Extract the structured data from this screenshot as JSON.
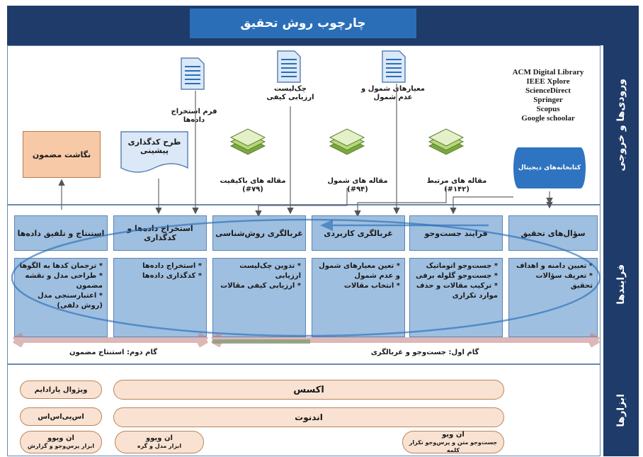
{
  "title": "چارچوب روش تحقیق",
  "sections": {
    "inputs_outputs": "ورودی‌ها و خروجی",
    "processes": "فرایندها",
    "tools": "ابزارها"
  },
  "databases": {
    "list": [
      "ACM Digital Library",
      "IEEE Xplore",
      "ScienceDirect",
      "Springer",
      "Scopus",
      "Google schoolar"
    ],
    "cylinder_label": "کتابخانه‌های دیجیتال"
  },
  "documents": {
    "doc1": "معیارهای شمول و عدم شمول",
    "doc2": "چک‌لیست ارزیابی کیفی",
    "doc3": "فرم استخراج داده‌ها"
  },
  "paper_stacks": {
    "stack1": "مقاله های مرتبط (۱۴۲#)",
    "stack2": "مقاله های شمول (۹۴#)",
    "stack3": "مقاله های باکیفیت (۷۹#)"
  },
  "outputs": {
    "coding_plan": "طرح کدگذاری پیشینی",
    "content_writing": "نگاشت مضمون"
  },
  "columns": [
    {
      "head": "سؤال‌های تحقیق",
      "items": [
        "* تعیین دامنه و اهداف",
        "* تعریف سؤالات تحقیق"
      ]
    },
    {
      "head": "فرایند جست‌وجو",
      "items": [
        "* جست‌وجو اتوماتیک",
        "* جست‌وجو گلوله برفی",
        "* ترکیب مقالات و حذف موارد تکراری"
      ]
    },
    {
      "head": "غربالگری کاربردی",
      "items": [
        "* تعین معیارهای شمول و عدم شمول",
        "* انتخاب مقالات"
      ]
    },
    {
      "head": "غربالگری روش‌شناسی",
      "items": [
        "* تدوین چک‌لیست ارزیابی",
        "* ارزیابی کیفی مقالات"
      ]
    },
    {
      "head": "استخراج داده‌ها و کدگذاری",
      "items": [
        "* استخراج داده‌ها",
        "* کدگذاری داده‌ها"
      ]
    },
    {
      "head": "استنتاج و تلفیق داده‌ها",
      "items": [
        "* ترجمان کدها به الگوها",
        "* طراحی مدل و نقشه مضمون",
        "* اعتبارسنجی مدل (روش دلفی)"
      ]
    }
  ],
  "steps": {
    "step1": "گام اول: جست‌وجو و غربالگری",
    "step2": "گام دوم: استنتاج مضمون"
  },
  "tools": {
    "excel": "اکسس",
    "endnote": "اندنوت",
    "visual_paradigm": "ویژوال پارادایم",
    "spss": "اس‌پی‌اس‌اس",
    "nvivo1": {
      "name": "ان ویوو",
      "desc": "ابزار پرس‌وجو و گزارش"
    },
    "nvivo2": {
      "name": "ان ویوو",
      "desc": "ابزار مدل و گره"
    },
    "nvivo3": {
      "name": "ان ویو",
      "desc": "جست‌وجو متن و پرس‌وجو تکرار کلمه"
    }
  },
  "colors": {
    "title_dark": "#1f3b6a",
    "title_light": "#2a6eb8",
    "process_fill": "#9fbfe0",
    "pill_fill": "#f9e2d2",
    "output_orange": "#f7c9a6",
    "doc_blue": "#dbe8f7"
  }
}
